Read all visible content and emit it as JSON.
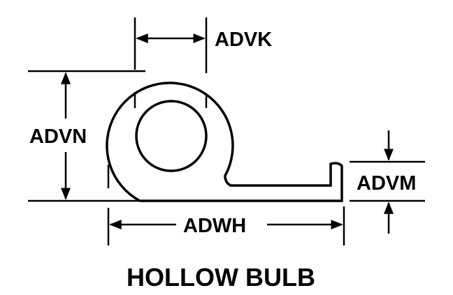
{
  "diagram": {
    "caption": "HOLLOW BULB",
    "dimensions": {
      "advk": "ADVK",
      "advn": "ADVN",
      "advm": "ADVM",
      "adwh": "ADWH"
    }
  }
}
